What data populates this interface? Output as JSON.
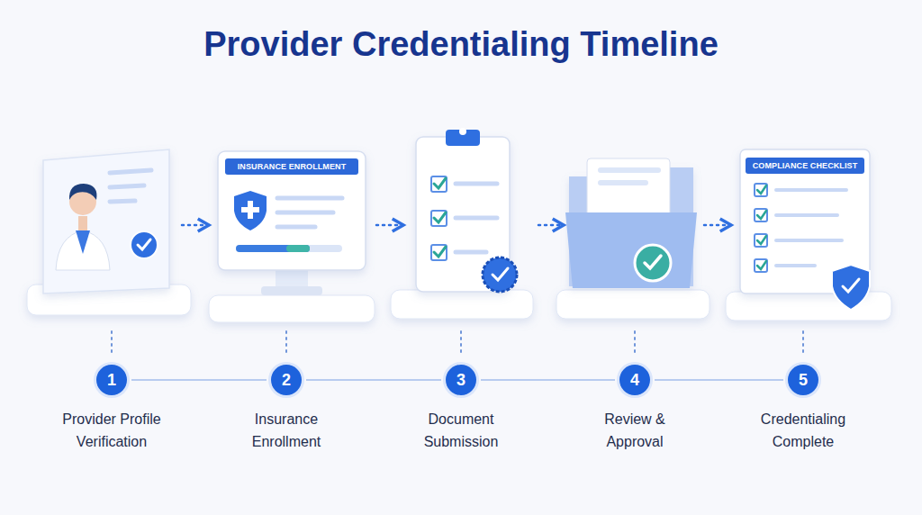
{
  "diagram": {
    "title": "Provider Credentialing Timeline",
    "nodes": [
      {
        "text": [
          "1",
          "Provider Profile Verification"
        ]
      },
      {
        "text": [
          "2",
          "Insurance Enrollment"
        ]
      },
      {
        "text": [
          "3",
          "Document Submission"
        ]
      },
      {
        "text": [
          "4",
          "Review & Approval"
        ]
      },
      {
        "text": [
          "5",
          "Credentialing Complete"
        ]
      }
    ],
    "edges": [
      {
        "from": 0,
        "to": 1,
        "arrow": "none"
      },
      {
        "from": 1,
        "to": 2,
        "arrow": "none"
      },
      {
        "from": 2,
        "to": 3,
        "arrow": "none"
      },
      {
        "from": 3,
        "to": 4,
        "arrow": "none"
      }
    ],
    "labels": [
      "INSURANCE ENROLLMENT",
      "COMPLIANCE CHECKLIST"
    ]
  }
}
